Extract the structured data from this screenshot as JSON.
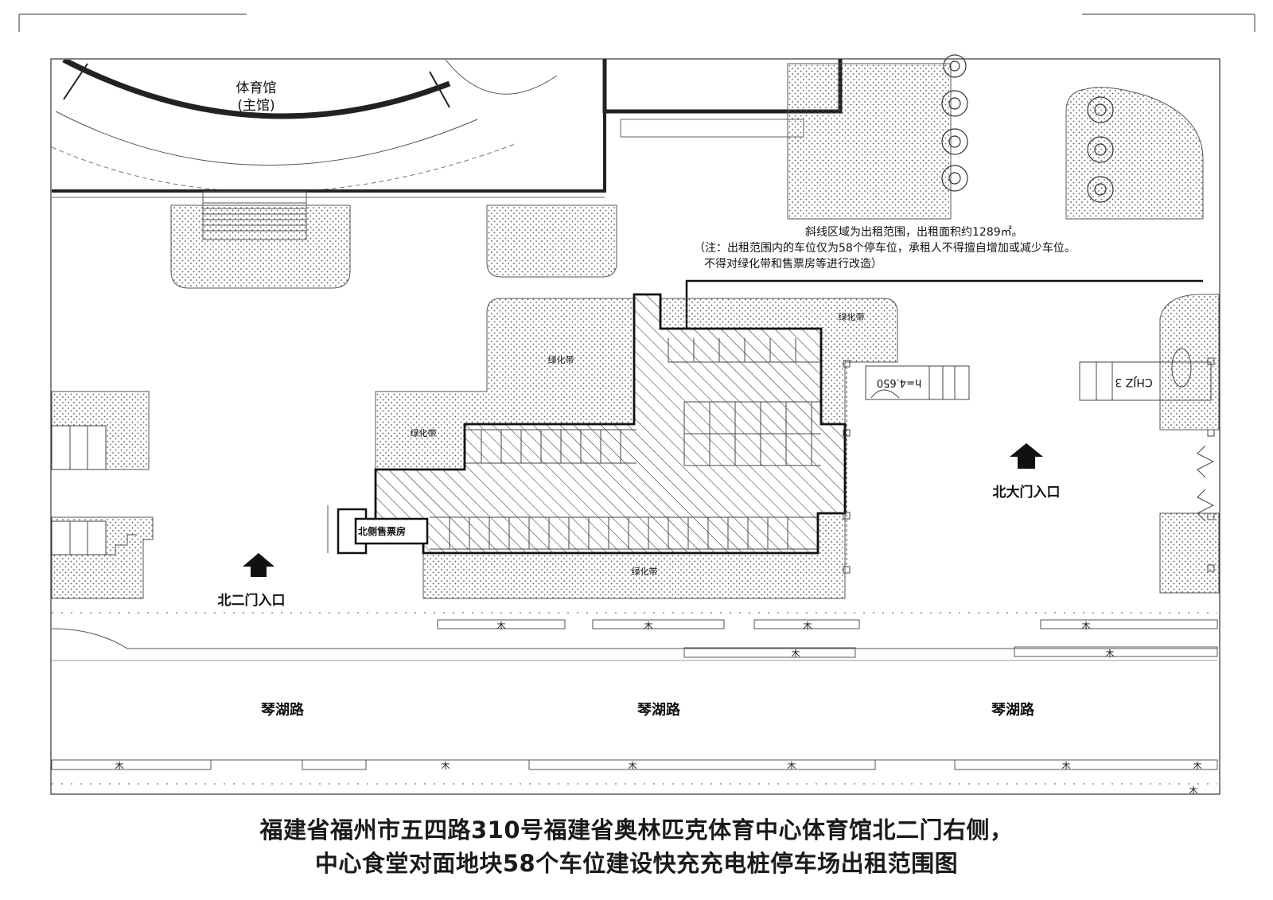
{
  "map": {
    "building_label": "体育馆",
    "building_sublabel": "(主馆)",
    "green_belt_label": "绿化带",
    "ticket_office_label": "北侧售票房",
    "north_second_gate_label": "北二门入口",
    "north_main_gate_label": "北大门入口",
    "road_label": "琴湖路",
    "tree_glyph": "木",
    "elevation_label": "h=4.650",
    "sign_label": "CHJZ 3"
  },
  "annotation": {
    "line1": "斜线区域为出租范围，出租面积约1289㎡。",
    "line2": "（注：出租范围内的车位仅为58个停车位，承租人不得擅自增加或减少车位。",
    "line3": "不得对绿化带和售票房等进行改造）"
  },
  "caption": {
    "line1": "福建省福州市五四路310号福建省奥林匹克体育中心体育馆北二门右侧，",
    "line2": "中心食堂对面地块58个车位建设快充充电桩停车场出租范围图"
  }
}
